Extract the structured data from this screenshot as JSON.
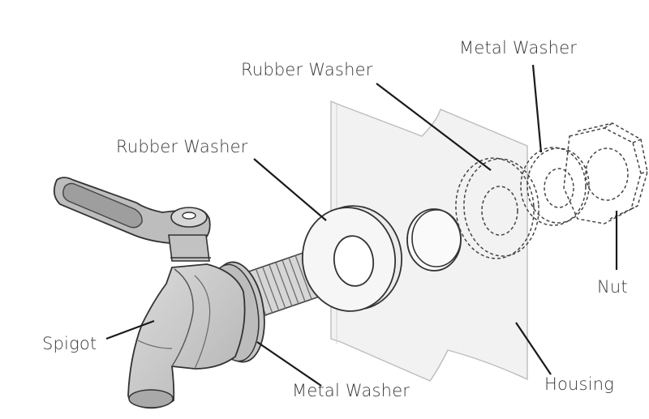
{
  "labels": {
    "metal_washer_top": "Metal Washer",
    "rubber_washer_top": "Rubber Washer",
    "rubber_washer_left": "Rubber Washer",
    "spigot": "Spigot",
    "metal_washer_bottom": "Metal Washer",
    "nut": "Nut",
    "housing": "Housing"
  },
  "colors": {
    "line": "#1a1a1a",
    "spigot_fill": "#c9c9c9",
    "spigot_dark": "#9a9a9a",
    "housing_fill": "#eeeeee",
    "text": "#3a3a3a"
  }
}
